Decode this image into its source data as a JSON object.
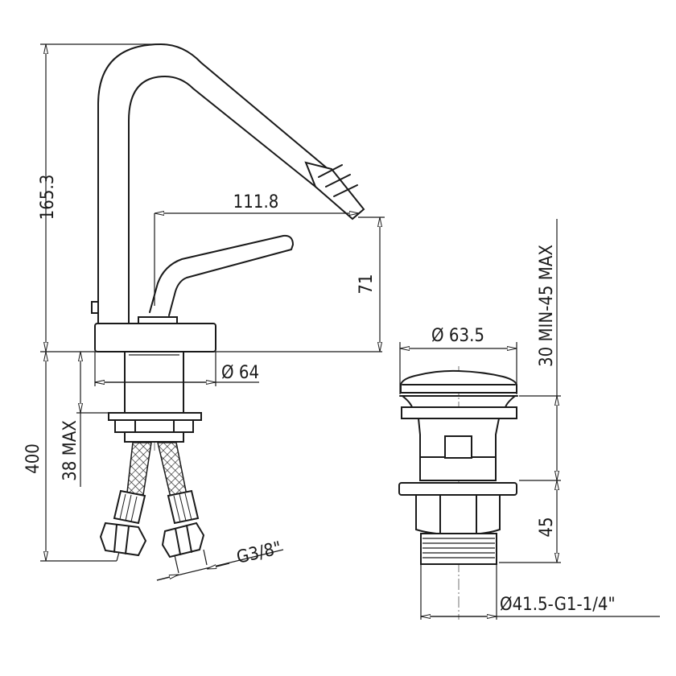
{
  "title": "Bidet mixer technical drawing with pop-up waste",
  "mixer": {
    "height": "165.3",
    "spout_reach": "111.8",
    "spout_height": "71",
    "body_diameter": "Ø 64",
    "max_deck_thickness": "38 MAX",
    "hose_length": "400",
    "hose_connection": "G3/8\""
  },
  "waste": {
    "cap_diameter": "Ø 63.5",
    "deck_range": "30 MIN-45 MAX",
    "thread_length": "45",
    "thread_spec": "Ø41.5-G1-1/4\""
  }
}
